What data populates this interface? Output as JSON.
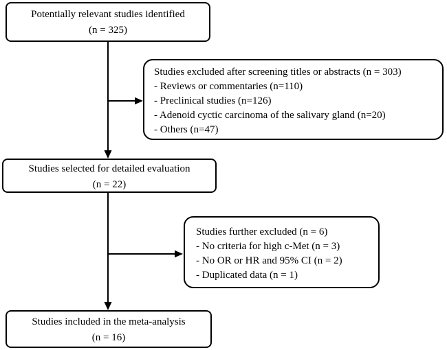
{
  "diagram": {
    "type": "flowchart",
    "colors": {
      "background": "#ffffff",
      "box_border": "#000000",
      "text": "#000000",
      "arrow": "#000000"
    },
    "boxes": {
      "identified": {
        "lines": [
          "Potentially relevant studies identified",
          "(n = 325)"
        ]
      },
      "excluded_screening": {
        "lines": [
          "Studies excluded after screening titles or abstracts (n = 303)",
          "- Reviews or commentaries (n=110)",
          "- Preclinical studies (n=126)",
          "- Adenoid cyctic carcinoma of the salivary gland (n=20)",
          "- Others (n=47)"
        ]
      },
      "selected": {
        "lines": [
          "Studies selected for detailed evaluation",
          "(n = 22)"
        ]
      },
      "further_excluded": {
        "lines": [
          "Studies further excluded (n = 6)",
          "- No criteria for high c-Met (n = 3)",
          "- No OR or HR and 95% CI (n = 2)",
          "- Duplicated data (n = 1)"
        ]
      },
      "included": {
        "lines": [
          "Studies included in the meta-analysis",
          "(n = 16)"
        ]
      }
    },
    "counts": {
      "identified": 325,
      "excluded_screening_total": 303,
      "reviews_or_commentaries": 110,
      "preclinical_studies": 126,
      "adenoid_cyctic_carcinoma_salivary_gland": 20,
      "others": 47,
      "selected_detailed_evaluation": 22,
      "further_excluded_total": 6,
      "no_criteria_high_cmet": 3,
      "no_or_hr_95ci": 2,
      "duplicated_data": 1,
      "included_meta_analysis": 16
    }
  }
}
